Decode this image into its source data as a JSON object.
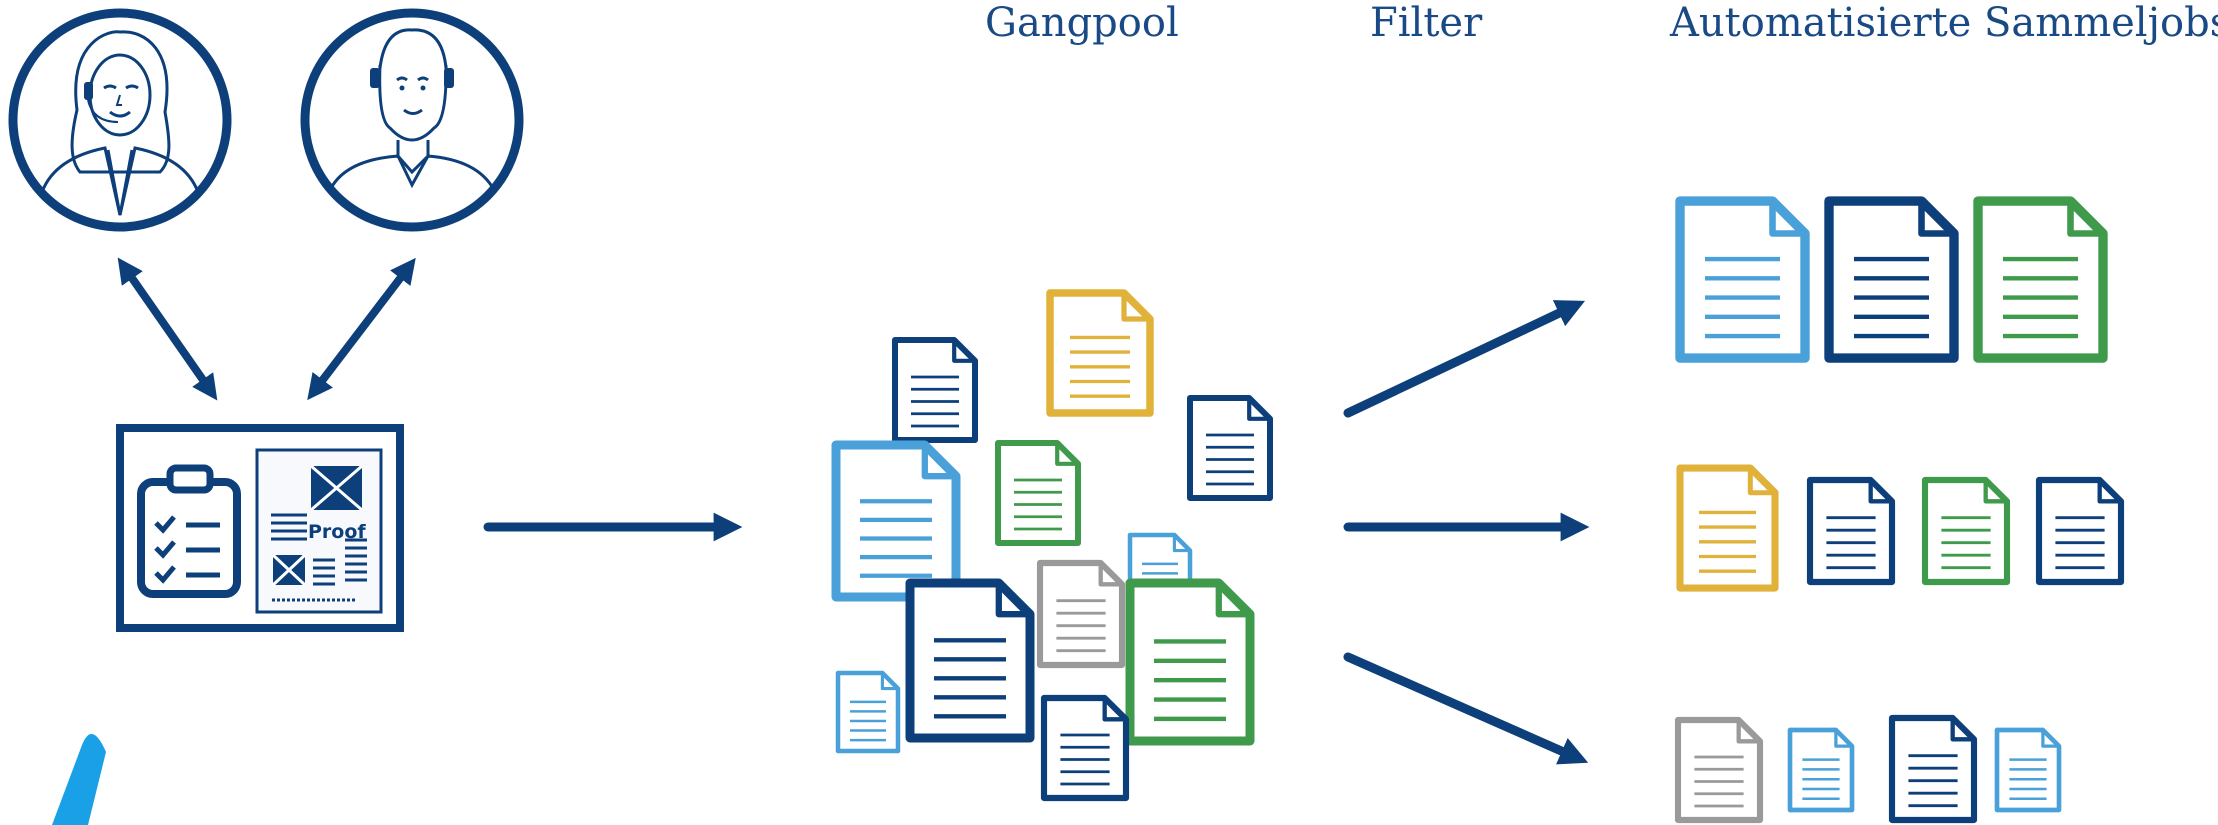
{
  "headers": {
    "gangpool": "Gangpool",
    "filter": "Filter",
    "sammeljobs": "Automatisierte Sammeljobs"
  },
  "proof_sheet": {
    "label": "Proof"
  },
  "colors": {
    "navy": "#0d3f7a",
    "blue": "#4aa0d8",
    "green": "#3f9a4c",
    "gold": "#e0b23a",
    "gray": "#9a9a9a",
    "header_text": "#1a4a85",
    "accent_brush": "#1aa0e6"
  },
  "icons": [
    "female-operator-avatar-icon",
    "male-operator-avatar-icon",
    "checklist-clipboard-icon",
    "proof-sheet-icon",
    "document-icon"
  ]
}
